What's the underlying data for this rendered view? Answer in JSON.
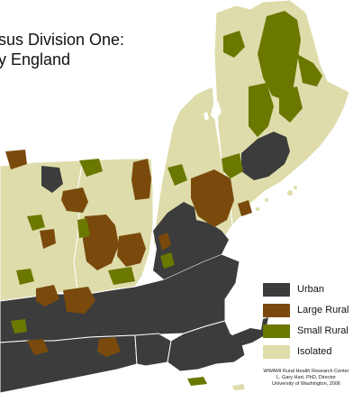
{
  "title": {
    "line1": "sus Division One:",
    "line2": "y England"
  },
  "colors": {
    "urban": "#3c3c3c",
    "large_rural": "#7a4a0c",
    "small_rural": "#6a7800",
    "isolated": "#dedcaa",
    "background": "#ffffff",
    "border": "#ffffff"
  },
  "legend": [
    {
      "label": "Urban",
      "color": "#3c3c3c"
    },
    {
      "label": "Large Rural",
      "color": "#7a4a0c"
    },
    {
      "label": "Small Rural",
      "color": "#6a7800"
    },
    {
      "label": "Isolated",
      "color": "#dedcaa"
    }
  ],
  "credit": {
    "line1": "WWAMI Rural Health Research Center",
    "line2": "L. Gary Hart, PhD, Director",
    "line3": "University of Washington, 2006"
  }
}
